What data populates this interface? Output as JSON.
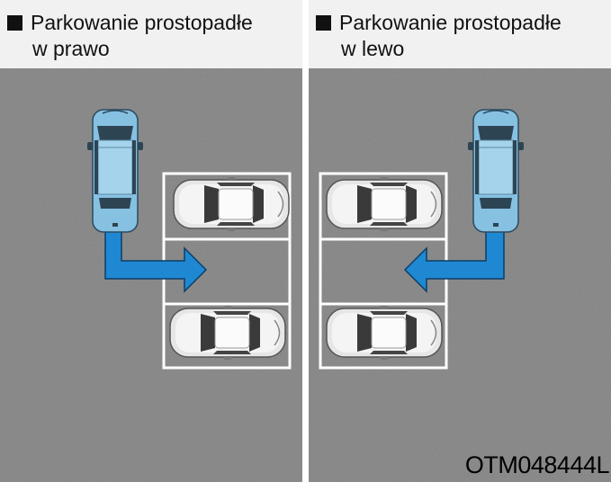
{
  "panels": [
    {
      "id": "left",
      "title_line1": "Parkowanie prostopadłe",
      "title_line2": "w prawo",
      "direction": "right"
    },
    {
      "id": "right",
      "title_line1": "Parkowanie prostopadłe",
      "title_line2": "w lewo",
      "direction": "left"
    }
  ],
  "figure_code": "OTM048444L",
  "colors": {
    "asphalt": "#8f8f8f",
    "header_bg": "#f1f1f1",
    "arrow_blue": "#1f88d2",
    "suv_blue": "#86c1e2",
    "parking_lines": "#ffffff",
    "car_silver": "#e6e6e6"
  },
  "icons": [
    "square-bullet-icon",
    "blue-suv-icon",
    "silver-sedan-icon",
    "blue-arrow-icon"
  ]
}
